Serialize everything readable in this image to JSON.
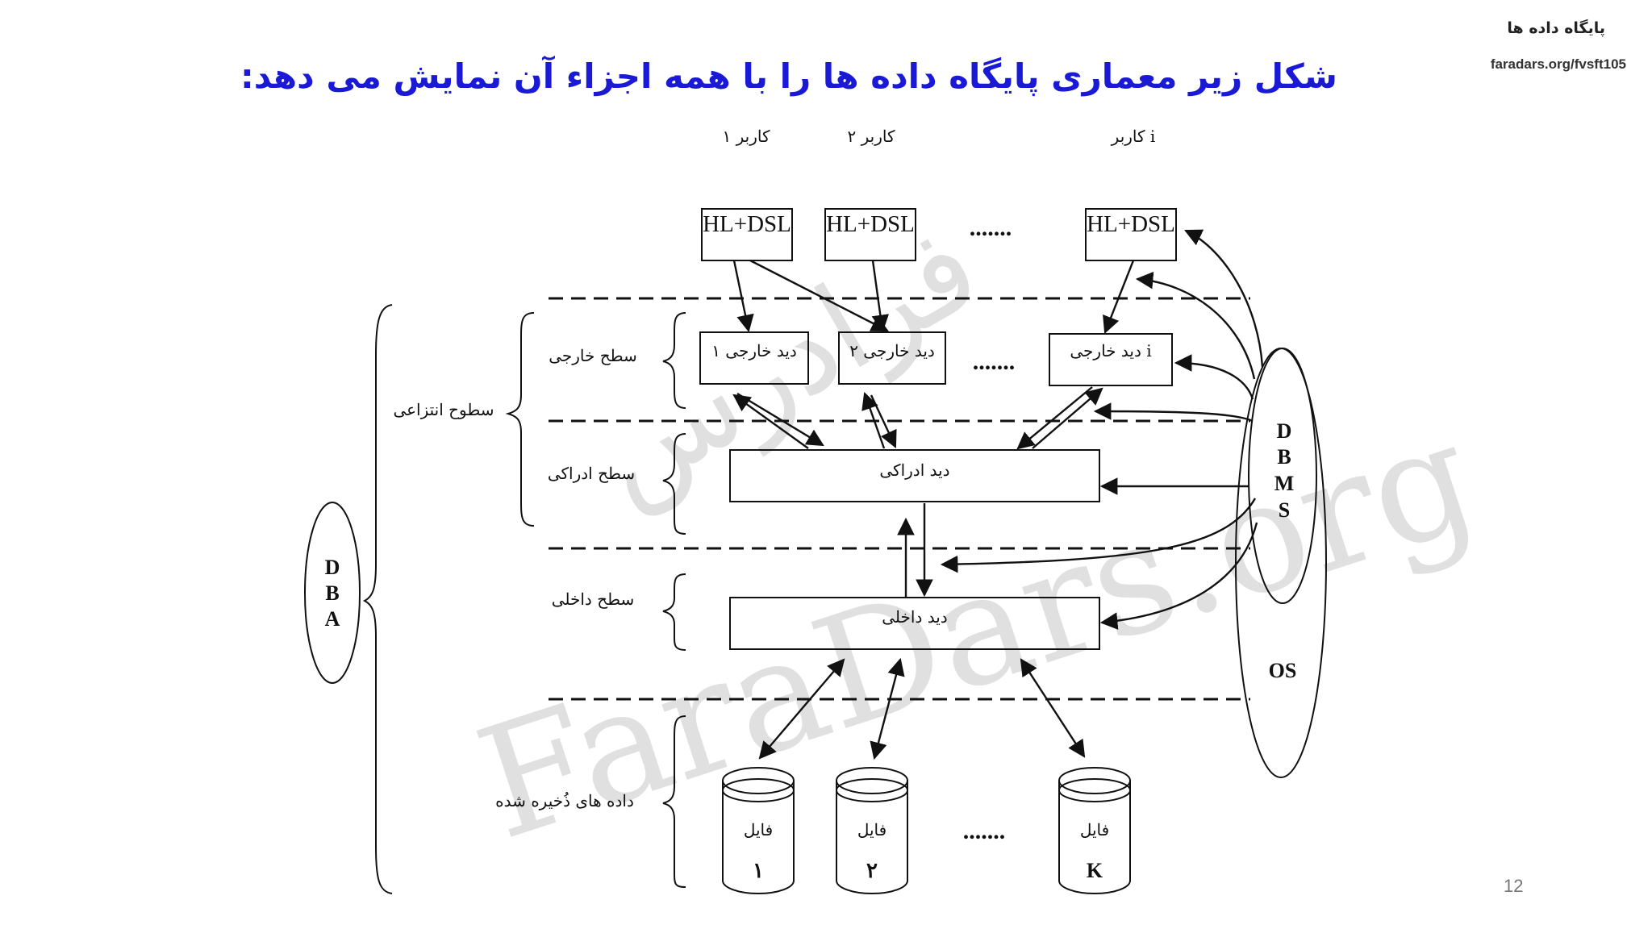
{
  "header": {
    "topic": "پایگاه داده ها",
    "link": "faradars.org/fvsft105",
    "title": "شکل زیر معماری پایگاه داده ها را با همه اجزاء آن نمایش می دهد:"
  },
  "page_number": "12",
  "watermark": {
    "latin": "FaraDars.org",
    "persian": "فرادرس"
  },
  "diagram": {
    "users": [
      "کاربر ۱",
      "کاربر ۲",
      "کاربر i"
    ],
    "hl_dsl": [
      "HL+DSL",
      "HL+DSL",
      "HL+DSL"
    ],
    "ellipsis": ".......",
    "external_views": [
      "دید خارجی ۱",
      "دید خارجی ۲",
      "دید خارجی i"
    ],
    "conceptual_view": "دید ادراکی",
    "internal_view": "دید داخلی",
    "levels": {
      "external": "سطح خارجی",
      "conceptual": "سطح ادراکی",
      "internal": "سطح داخلی",
      "stored": "داده های ذُخیره شده",
      "abstraction": "سطوح انتزاعی"
    },
    "dba": [
      "D",
      "B",
      "A"
    ],
    "dbms": [
      "D",
      "B",
      "M",
      "S"
    ],
    "os": "OS",
    "files": {
      "label": "فایل",
      "numbers": [
        "۱",
        "۲",
        "K"
      ]
    }
  }
}
